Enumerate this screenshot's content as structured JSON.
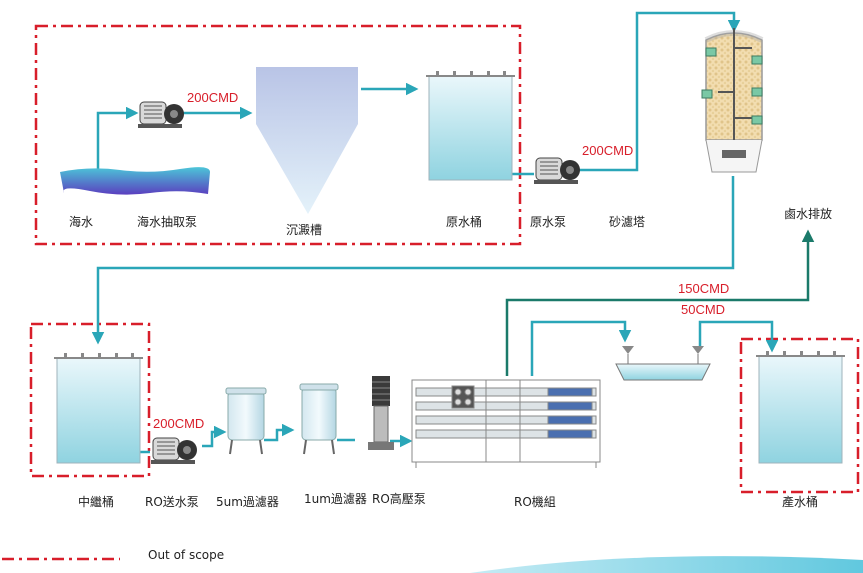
{
  "labels": {
    "seawater": "海水",
    "seawater_pump": "海水抽取泵",
    "settling_tank": "沉澱槽",
    "raw_water_tank": "原水桶",
    "raw_water_pump": "原水泵",
    "sand_filter": "砂濾塔",
    "brine_discharge": "鹵水排放",
    "relay_tank": "中繼桶",
    "ro_feed_pump": "RO送水泵",
    "filter_5um": "5um過濾器",
    "filter_1um": "1um過濾器",
    "ro_hp_pump": "RO高壓泵",
    "ro_unit": "RO機組",
    "product_tank": "產水桶"
  },
  "flows": {
    "f1": "200CMD",
    "f2": "200CMD",
    "f3": "200CMD",
    "brine": "150CMD",
    "product": "50CMD"
  },
  "legend": {
    "label": "Out of scope"
  },
  "colors": {
    "pipe": "#2aa6b8",
    "brine_pipe": "#1b7a6a",
    "scope": "#d81e2a",
    "flow_text": "#d81e2a"
  }
}
